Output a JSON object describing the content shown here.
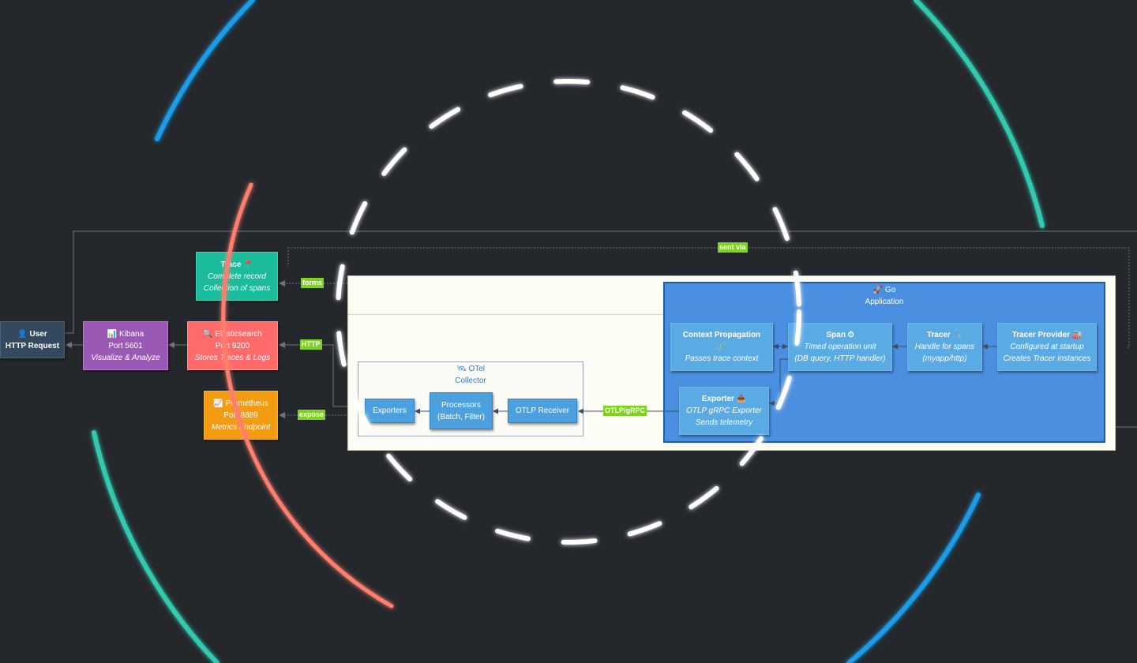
{
  "nodes": {
    "user": {
      "title": "👤 User",
      "sub": "HTTP Request"
    },
    "kibana": {
      "title": "📊 Kibana",
      "port": "Port 5601",
      "desc": "Visualize & Analyze"
    },
    "elasticsearch": {
      "title": "🔍 Elasticsearch",
      "port": "Port 9200",
      "desc": "Stores Traces & Logs"
    },
    "prometheus": {
      "title": "📈 Prometheus",
      "port": "Port 8889",
      "desc": "Metrics Endpoint"
    },
    "trace": {
      "title": "Trace 📍",
      "desc1": "Complete record",
      "desc2": "Collection of spans"
    },
    "otel": {
      "title": "🛰 OTel",
      "sub": "Collector"
    },
    "exporters": {
      "title": "Exporters"
    },
    "processors": {
      "title": "Processors",
      "sub": "(Batch, Filter)"
    },
    "otlp_receiver": {
      "title": "OTLP Receiver"
    },
    "go": {
      "title": "🚀 Go",
      "sub": "Application"
    },
    "context_propagation": {
      "title": "Context Propagation",
      "icon": "🔗",
      "desc": "Passes trace context"
    },
    "span": {
      "title": "Span ⏱",
      "desc1": "Timed operation unit",
      "desc2": "(DB query, HTTP handler)"
    },
    "tracer": {
      "title": "Tracer 🔧",
      "desc1": "Handle for spans",
      "desc2": "(myapp/http)"
    },
    "tracer_provider": {
      "title": "Tracer Provider 🏭",
      "desc1": "Configured at startup",
      "desc2": "Creates Tracer instances"
    },
    "exporter": {
      "title": "Exporter 📤",
      "desc1": "OTLP gRPC Exporter",
      "desc2": "Sends telemetry"
    }
  },
  "edge_labels": {
    "sent_via": "sent via",
    "forms": "forms",
    "http": "HTTP",
    "expose": "expose",
    "otlp_grpc": "OTLP/gRPC"
  },
  "colors": {
    "background": "#24282c",
    "user": "#34495e",
    "kibana": "#9b59b6",
    "elasticsearch": "#ff6b6b",
    "prometheus": "#f39c12",
    "trace": "#1abc9c",
    "go_container": "#4a8fe0",
    "edge_label": "#7ed321"
  }
}
